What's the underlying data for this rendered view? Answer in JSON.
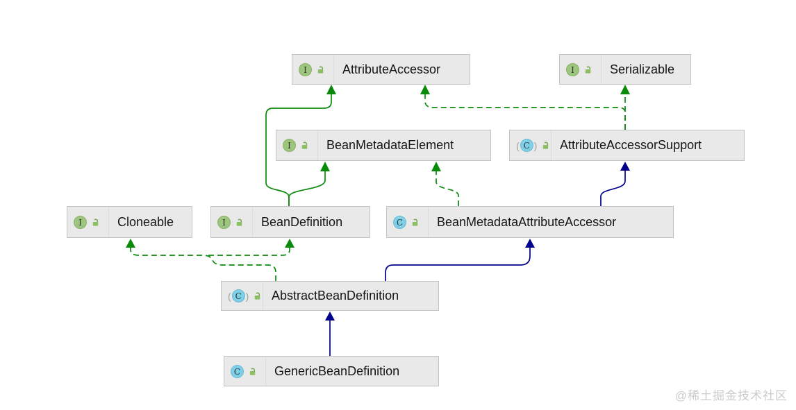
{
  "diagram": {
    "nodes": [
      {
        "label": "AttributeAccessor",
        "kind": "interface",
        "icon_letter": "I",
        "visibility": "public"
      },
      {
        "label": "Serializable",
        "kind": "interface",
        "icon_letter": "I",
        "visibility": "public"
      },
      {
        "label": "BeanMetadataElement",
        "kind": "interface",
        "icon_letter": "I",
        "visibility": "public"
      },
      {
        "label": "AttributeAccessorSupport",
        "kind": "abstract_class",
        "icon_letter": "C",
        "visibility": "public"
      },
      {
        "label": "Cloneable",
        "kind": "interface",
        "icon_letter": "I",
        "visibility": "public"
      },
      {
        "label": "BeanDefinition",
        "kind": "interface",
        "icon_letter": "I",
        "visibility": "public"
      },
      {
        "label": "BeanMetadataAttributeAccessor",
        "kind": "class",
        "icon_letter": "C",
        "visibility": "public"
      },
      {
        "label": "AbstractBeanDefinition",
        "kind": "abstract_class",
        "icon_letter": "C",
        "visibility": "public"
      },
      {
        "label": "GenericBeanDefinition",
        "kind": "class",
        "icon_letter": "C",
        "visibility": "public"
      }
    ],
    "edges": [
      {
        "from": "BeanDefinition",
        "to": "AttributeAccessor",
        "relation": "extends",
        "line": "solid",
        "color": "#0a8a0a"
      },
      {
        "from": "BeanDefinition",
        "to": "BeanMetadataElement",
        "relation": "extends",
        "line": "solid",
        "color": "#0a8a0a"
      },
      {
        "from": "AttributeAccessorSupport",
        "to": "AttributeAccessor",
        "relation": "implements",
        "line": "dashed",
        "color": "#0a8a0a"
      },
      {
        "from": "AttributeAccessorSupport",
        "to": "Serializable",
        "relation": "implements",
        "line": "dashed",
        "color": "#0a8a0a"
      },
      {
        "from": "BeanMetadataAttributeAccessor",
        "to": "BeanMetadataElement",
        "relation": "implements",
        "line": "dashed",
        "color": "#0a8a0a"
      },
      {
        "from": "BeanMetadataAttributeAccessor",
        "to": "AttributeAccessorSupport",
        "relation": "extends",
        "line": "solid",
        "color": "#00008b"
      },
      {
        "from": "AbstractBeanDefinition",
        "to": "Cloneable",
        "relation": "implements",
        "line": "dashed",
        "color": "#0a8a0a"
      },
      {
        "from": "AbstractBeanDefinition",
        "to": "BeanDefinition",
        "relation": "implements",
        "line": "dashed",
        "color": "#0a8a0a"
      },
      {
        "from": "AbstractBeanDefinition",
        "to": "BeanMetadataAttributeAccessor",
        "relation": "extends",
        "line": "solid",
        "color": "#00008b"
      },
      {
        "from": "GenericBeanDefinition",
        "to": "AbstractBeanDefinition",
        "relation": "extends",
        "line": "solid",
        "color": "#00008b"
      }
    ],
    "colors": {
      "interface_edge_green": "#0a8a0a",
      "class_edge_blue": "#00008b",
      "node_background": "#e9e9e9",
      "node_border": "#c3c3c3",
      "interface_icon_green": "#9cc57d",
      "class_icon_blue": "#7dd0e8",
      "lock_icon_green": "#8cbf63"
    }
  },
  "watermark": {
    "text": "@稀土掘金技术社区"
  }
}
